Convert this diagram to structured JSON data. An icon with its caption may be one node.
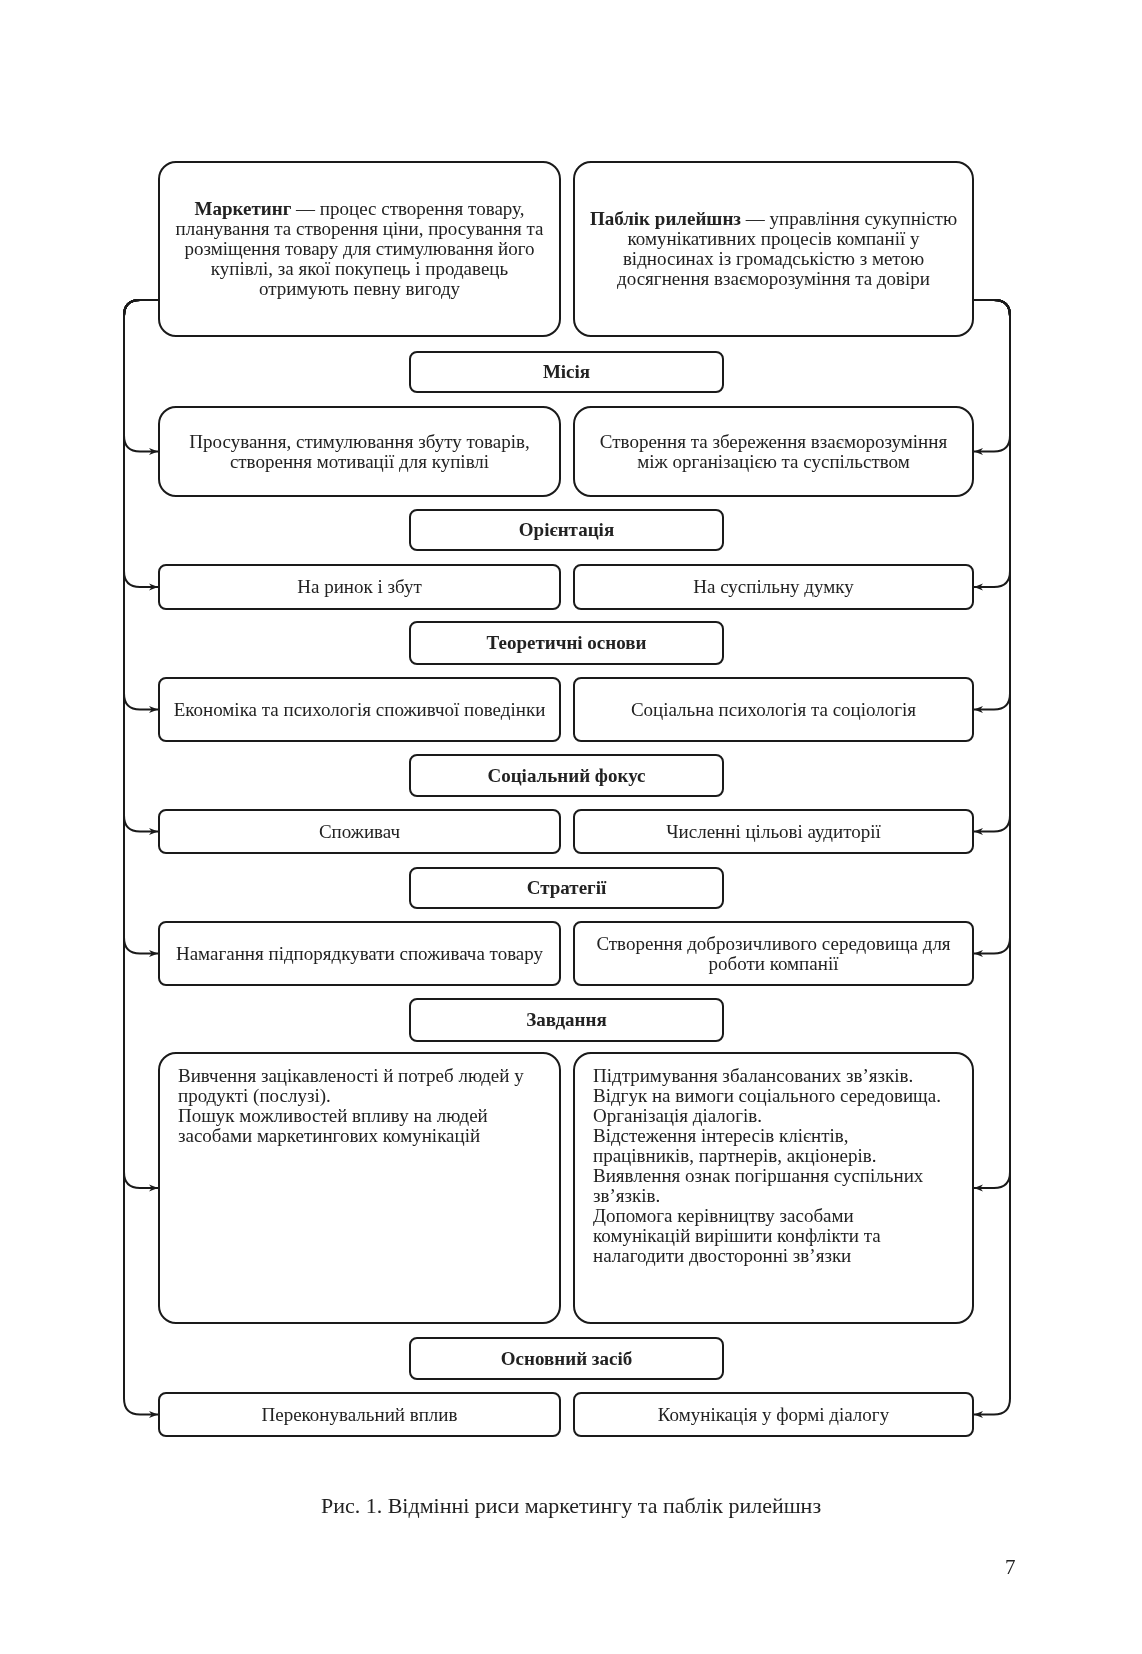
{
  "diagram": {
    "caption": "Рис. 1. Відмінні риси маркетингу та паблік рилейшнз",
    "nodes": [
      {
        "text": [
          "**Маркетинг** — процес створення товару, планування та створення ціни, просування та розміщення товару для стимулювання його купівлі, за якої покупець і продавець отримують певну вигоду"
        ]
      },
      {
        "text": [
          "**Паблік рилейшнз** — управління сукупністю комунікативних процесів компанії у відносинах із громадськістю з метою досягнення взаєморозуміння та довіри"
        ]
      },
      {
        "text": [
          "Місія"
        ]
      },
      {
        "text": [
          "Просування, стимулювання збуту товарів, створення мотивації для купівлі"
        ]
      },
      {
        "text": [
          "Створення та збереження взаєморозуміння між організацією та суспільством"
        ]
      },
      {
        "text": [
          "Орієнтація"
        ]
      },
      {
        "text": [
          "На ринок і збут"
        ]
      },
      {
        "text": [
          "На суспільну думку"
        ]
      },
      {
        "text": [
          "Теоретичні основи"
        ]
      },
      {
        "text": [
          "Економіка та психологія споживчої поведінки"
        ]
      },
      {
        "text": [
          "Соціальна психологія та соціологія"
        ]
      },
      {
        "text": [
          "Соціальний фокус"
        ]
      },
      {
        "text": [
          "Споживач"
        ]
      },
      {
        "text": [
          "Численні цільові аудиторії"
        ]
      },
      {
        "text": [
          "Стратегії"
        ]
      },
      {
        "text": [
          "Намагання підпорядкувати споживача товару"
        ]
      },
      {
        "text": [
          "Створення доброзичливого середовища для роботи компанії"
        ]
      },
      {
        "text": [
          "Завдання"
        ]
      },
      {
        "text": [
          "Вивчення зацікавленості й потреб людей у продукті (послузі).",
          "Пошук можливостей впливу на людей засобами маркетингових комунікацій"
        ]
      },
      {
        "text": [
          "Підтримування збалансованих зв’язків.",
          "Відгук на вимоги соціального середовища.",
          "Організація діалогів.",
          "Відстеження інтересів клієнтів, працівників, партнерів, акціонерів.",
          "Виявлення ознак погіршання суспільних зв’язків.",
          "Допомога керівництву засобами комунікацій вирішити конфлікти та налагодити двосторонні зв’язки"
        ]
      },
      {
        "text": [
          "Основний засіб"
        ]
      },
      {
        "text": [
          "Переконувальний вплив"
        ]
      },
      {
        "text": [
          "Комунікація у формі діалогу"
        ]
      }
    ],
    "edges": [
      {
        "from": 0,
        "to": 3,
        "arrow": "to"
      },
      {
        "from": 0,
        "to": 6,
        "arrow": "to"
      },
      {
        "from": 0,
        "to": 9,
        "arrow": "to"
      },
      {
        "from": 0,
        "to": 12,
        "arrow": "to"
      },
      {
        "from": 0,
        "to": 15,
        "arrow": "to"
      },
      {
        "from": 0,
        "to": 18,
        "arrow": "to"
      },
      {
        "from": 0,
        "to": 21,
        "arrow": "to"
      },
      {
        "from": 1,
        "to": 4,
        "arrow": "to"
      },
      {
        "from": 1,
        "to": 7,
        "arrow": "to"
      },
      {
        "from": 1,
        "to": 10,
        "arrow": "to"
      },
      {
        "from": 1,
        "to": 13,
        "arrow": "to"
      },
      {
        "from": 1,
        "to": 16,
        "arrow": "to"
      },
      {
        "from": 1,
        "to": 19,
        "arrow": "to"
      },
      {
        "from": 1,
        "to": 22,
        "arrow": "to"
      }
    ],
    "labels": [
      "7"
    ]
  }
}
